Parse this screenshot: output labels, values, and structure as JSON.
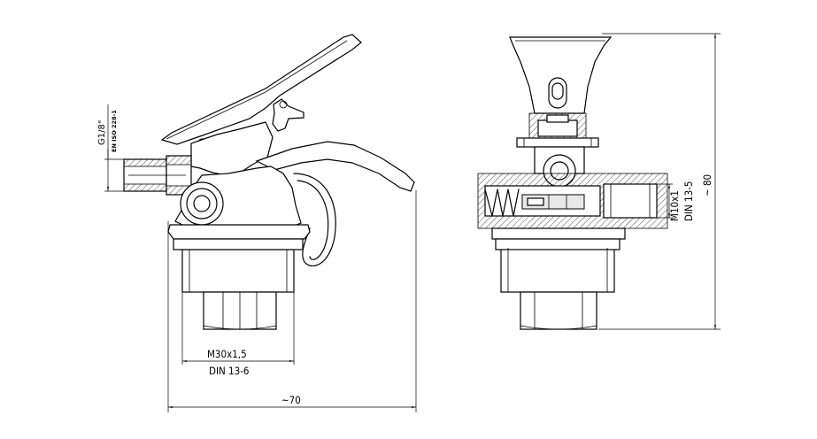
{
  "labels": {
    "thread_main": "M30x1,5",
    "din_main": "DIN 13-6",
    "width": "~70",
    "thread_side": "M10x1",
    "din_side": "DIN 13-5",
    "height": "~ 80",
    "pipe_thread": "G1/8\"",
    "pipe_standard": "EN ISO 228-1"
  }
}
